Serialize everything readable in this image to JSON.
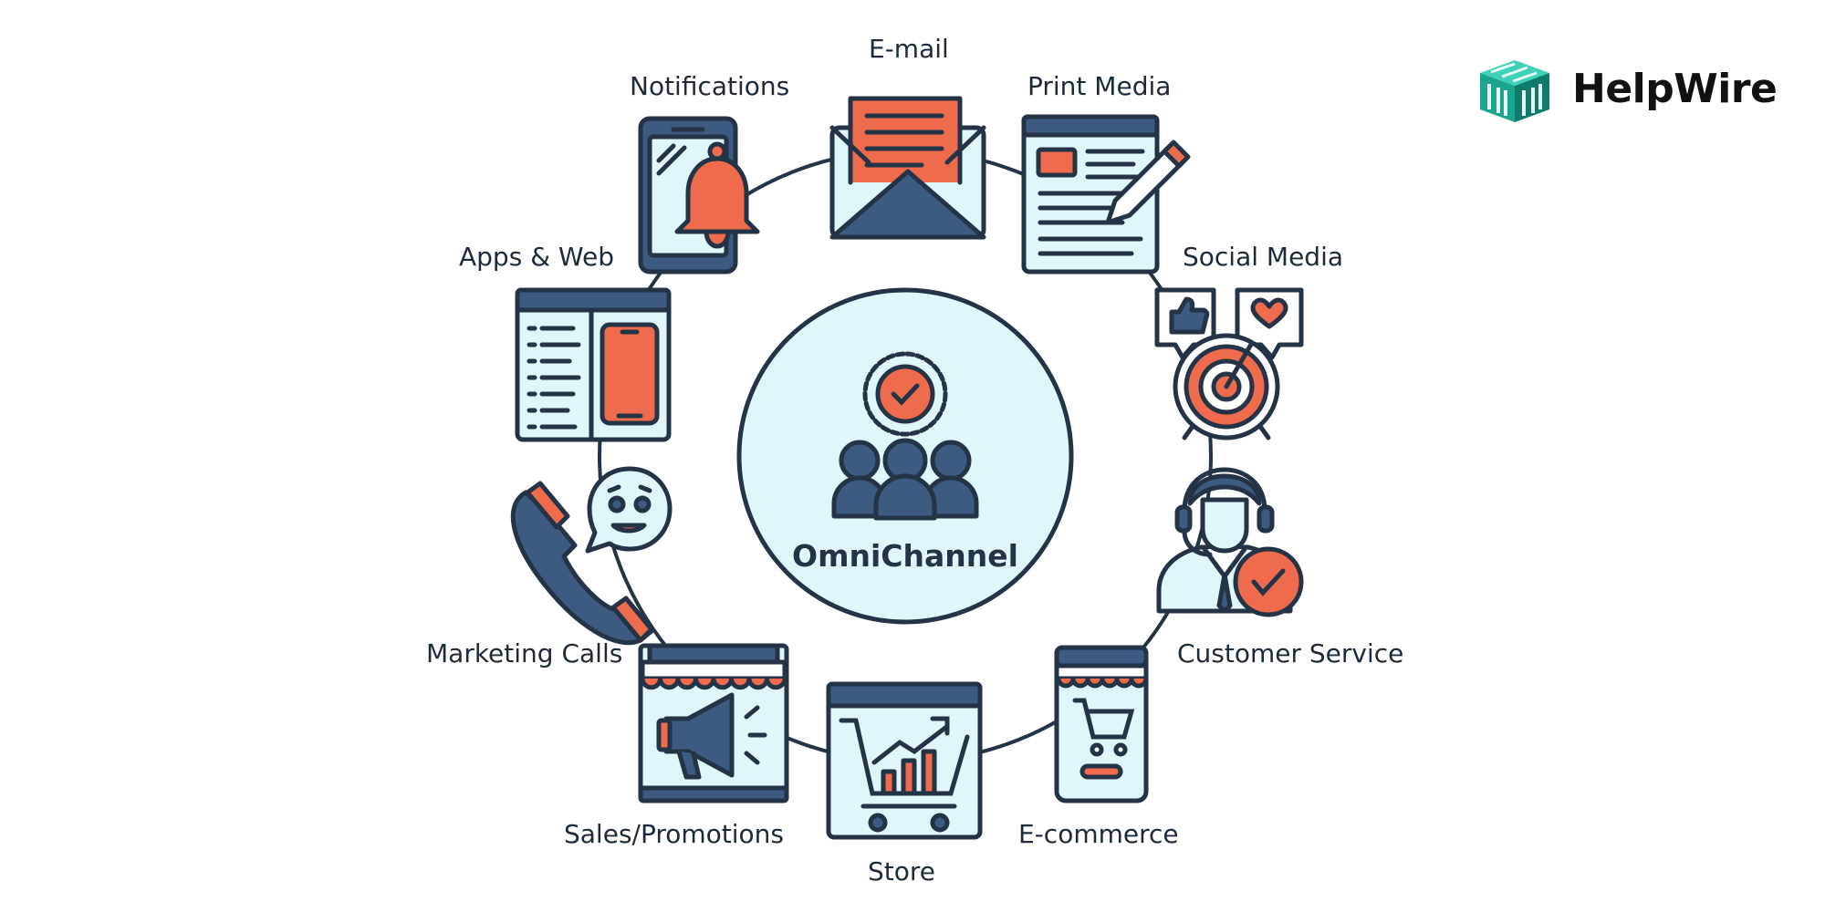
{
  "brand": {
    "name": "HelpWire"
  },
  "center": {
    "title": "OmniChannel",
    "icon": "team-with-check-badge-icon"
  },
  "channels": [
    {
      "id": "email",
      "label": "E-mail",
      "icon": "envelope-icon"
    },
    {
      "id": "print-media",
      "label": "Print Media",
      "icon": "newspaper-pen-icon"
    },
    {
      "id": "social-media",
      "label": "Social Media",
      "icon": "target-like-heart-icon"
    },
    {
      "id": "customer-service",
      "label": "Customer Service",
      "icon": "headset-agent-icon"
    },
    {
      "id": "ecommerce",
      "label": "E-commerce",
      "icon": "phone-shop-cart-icon"
    },
    {
      "id": "store",
      "label": "Store",
      "icon": "cart-growth-chart-icon"
    },
    {
      "id": "sales-promotions",
      "label": "Sales/Promotions",
      "icon": "megaphone-shop-icon"
    },
    {
      "id": "marketing-calls",
      "label": "Marketing Calls",
      "icon": "phone-handset-chat-icon"
    },
    {
      "id": "apps-web",
      "label": "Apps & Web",
      "icon": "browser-mobile-icon"
    },
    {
      "id": "notifications",
      "label": "Notifications",
      "icon": "phone-bell-icon"
    }
  ],
  "colors": {
    "navy": "#3d5a80",
    "outline": "#243346",
    "orange": "#ee6c4d",
    "light-fill": "#e0f7fa",
    "brand-teal": "#0f7b6c"
  }
}
